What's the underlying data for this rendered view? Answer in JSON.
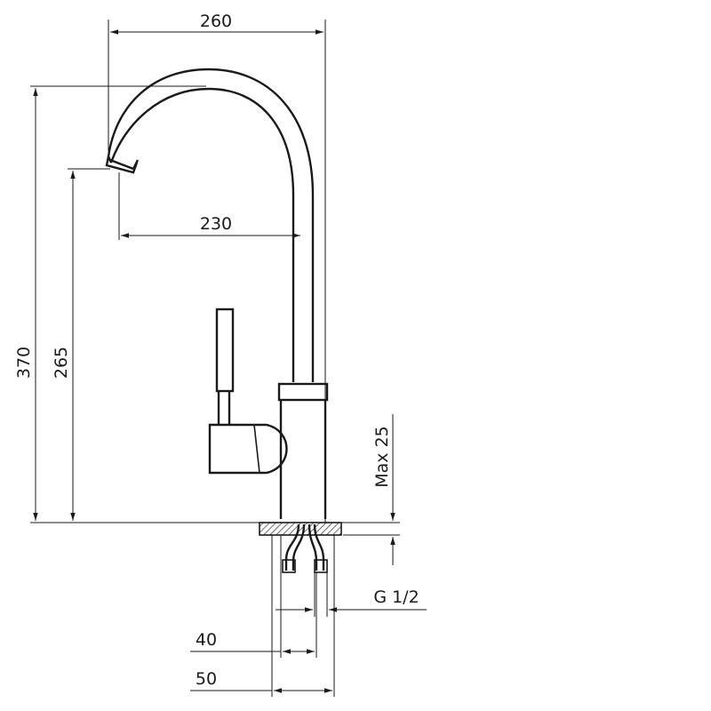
{
  "dimensions": {
    "total_reach": "260",
    "spout_reach": "230",
    "total_height": "370",
    "spout_height": "265",
    "max_thickness": "Max 25",
    "connection_thread": "G 1/2",
    "hole_diameter_min": "40",
    "hole_diameter_max": "50"
  },
  "colors": {
    "line": "#1a1a1a",
    "hatch": "#555555",
    "background": "#ffffff"
  }
}
